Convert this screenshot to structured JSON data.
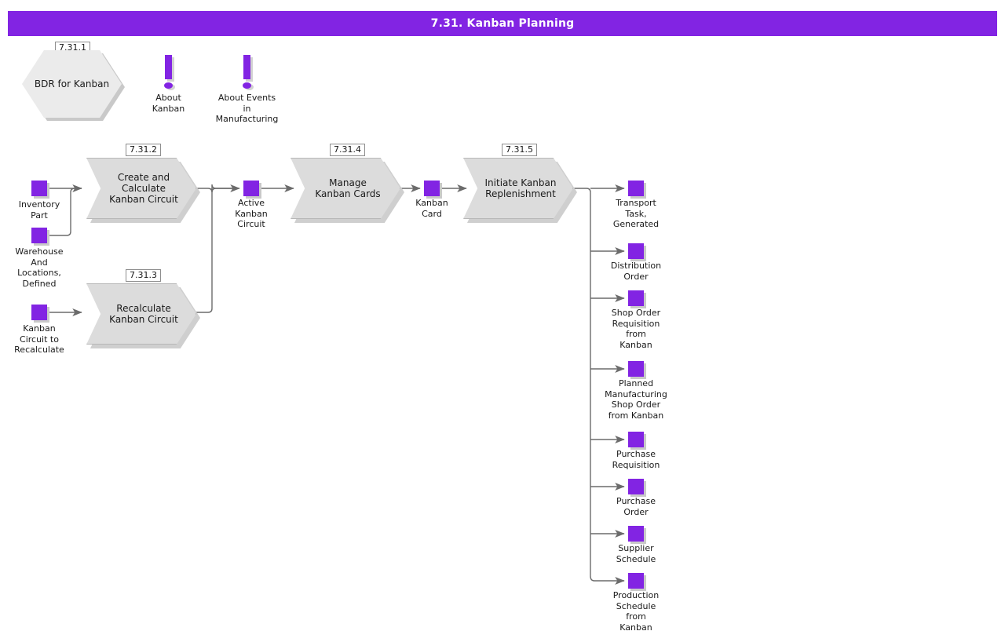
{
  "page": {
    "title": "7.31. Kanban Planning",
    "accent_color": "#8224e3",
    "shape_fill": "#dcdcdc",
    "hex_fill": "#ebebeb",
    "edge_color": "#6b6b6b",
    "background": "#ffffff"
  },
  "hexagons": [
    {
      "id": "7.31.1",
      "label": "BDR for Kanban",
      "name": "bdr-for-kanban"
    }
  ],
  "markers": [
    {
      "label": "About\nKanban",
      "name": "about-kanban"
    },
    {
      "label": "About Events\nin\nManufacturing",
      "name": "about-events-in-manufacturing"
    }
  ],
  "processes": [
    {
      "id": "7.31.2",
      "label": "Create and\nCalculate\nKanban Circuit",
      "name": "create-and-calculate-kanban-circuit"
    },
    {
      "id": "7.31.3",
      "label": "Recalculate\nKanban Circuit",
      "name": "recalculate-kanban-circuit"
    },
    {
      "id": "7.31.4",
      "label": "Manage\nKanban Cards",
      "name": "manage-kanban-cards"
    },
    {
      "id": "7.31.5",
      "label": "Initiate Kanban\nReplenishment",
      "name": "initiate-kanban-replenishment"
    }
  ],
  "inputs": [
    {
      "label": "Inventory\nPart",
      "name": "inventory-part"
    },
    {
      "label": "Warehouse\nAnd\nLocations,\nDefined",
      "name": "warehouse-and-locations-defined"
    },
    {
      "label": "Kanban\nCircuit to\nRecalculate",
      "name": "kanban-circuit-to-recalculate"
    }
  ],
  "intermediates": [
    {
      "label": "Active\nKanban\nCircuit",
      "name": "active-kanban-circuit"
    },
    {
      "label": "Kanban\nCard",
      "name": "kanban-card"
    }
  ],
  "outputs": [
    {
      "label": "Transport\nTask,\nGenerated",
      "name": "transport-task-generated"
    },
    {
      "label": "Distribution\nOrder",
      "name": "distribution-order"
    },
    {
      "label": "Shop Order\nRequisition\nfrom\nKanban",
      "name": "shop-order-requisition-from-kanban"
    },
    {
      "label": "Planned\nManufacturing\nShop Order\nfrom Kanban",
      "name": "planned-manufacturing-shop-order-from-kanban"
    },
    {
      "label": "Purchase\nRequisition",
      "name": "purchase-requisition"
    },
    {
      "label": "Purchase\nOrder",
      "name": "purchase-order"
    },
    {
      "label": "Supplier\nSchedule",
      "name": "supplier-schedule"
    },
    {
      "label": "Production\nSchedule\nfrom\nKanban",
      "name": "production-schedule-from-kanban"
    }
  ]
}
